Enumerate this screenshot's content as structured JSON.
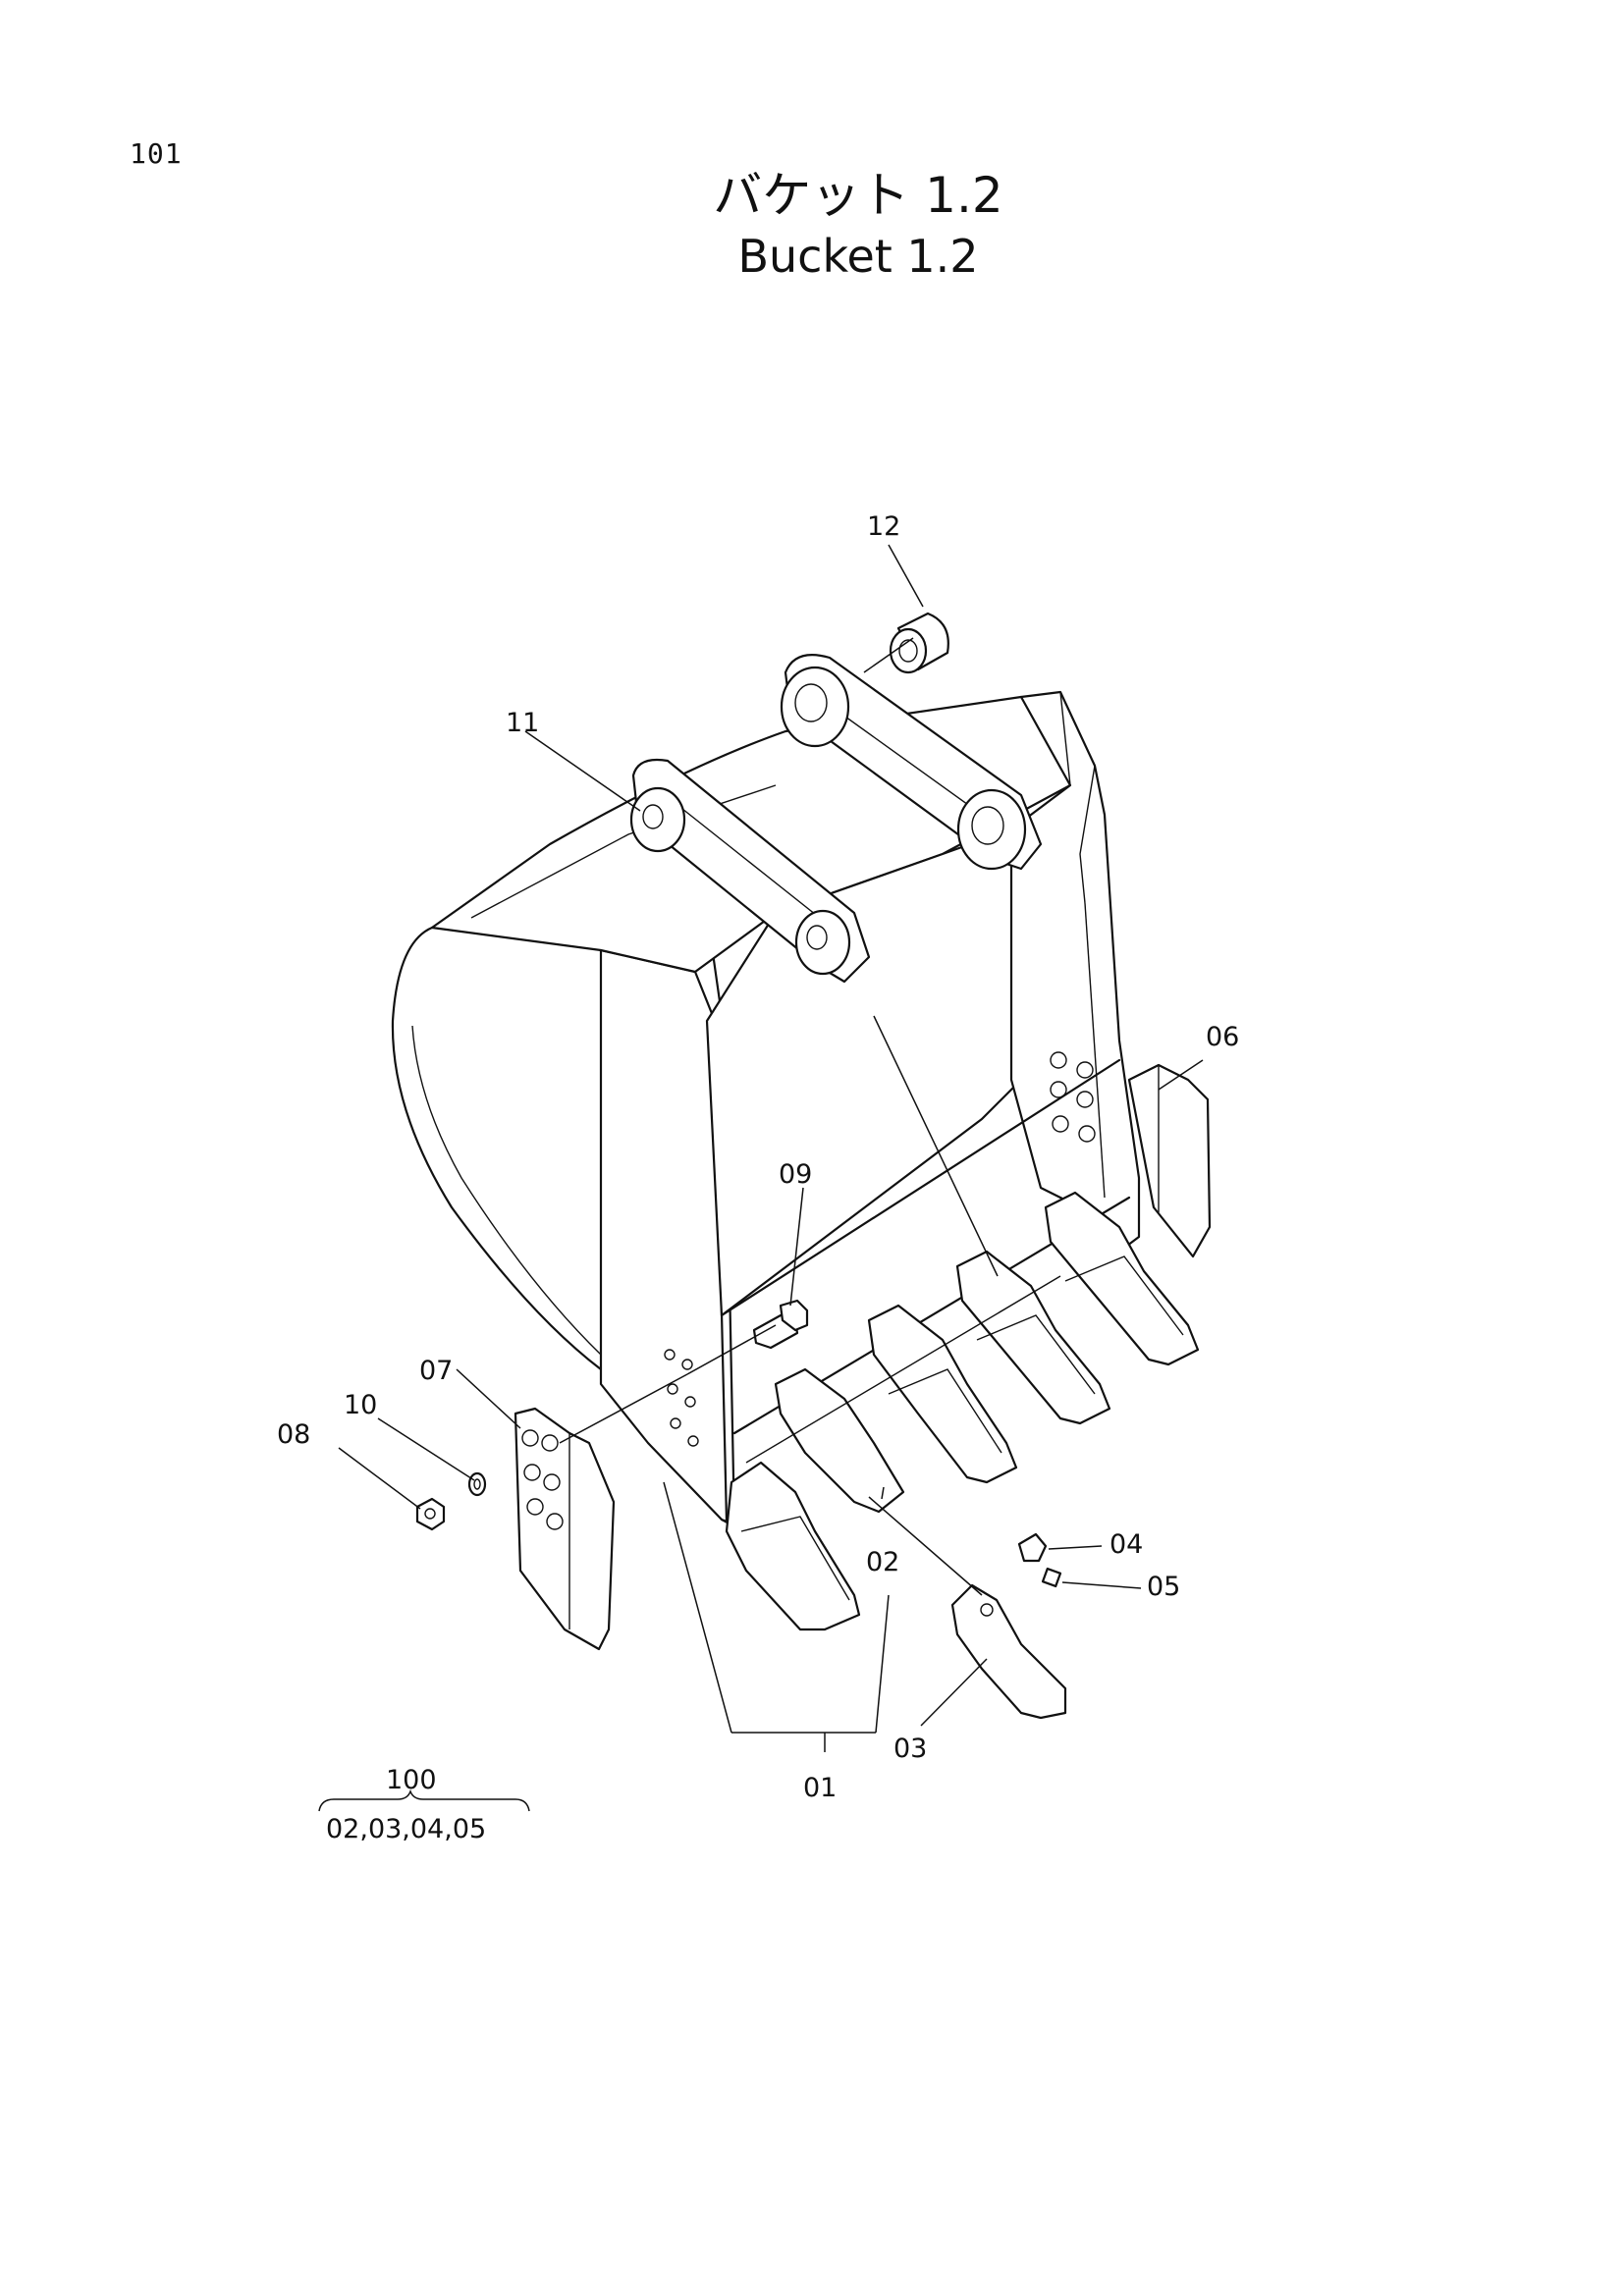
{
  "page": {
    "number": "101"
  },
  "title": {
    "japanese": "バケット 1.2",
    "english": "Bucket 1.2"
  },
  "callouts": [
    {
      "id": "01",
      "label": "01"
    },
    {
      "id": "02",
      "label": "02"
    },
    {
      "id": "03",
      "label": "03"
    },
    {
      "id": "04",
      "label": "04"
    },
    {
      "id": "05",
      "label": "05"
    },
    {
      "id": "06",
      "label": "06"
    },
    {
      "id": "07",
      "label": "07"
    },
    {
      "id": "08",
      "label": "08"
    },
    {
      "id": "09",
      "label": "09"
    },
    {
      "id": "10",
      "label": "10"
    },
    {
      "id": "11",
      "label": "11"
    },
    {
      "id": "12",
      "label": "12"
    }
  ],
  "kit": {
    "number": "100",
    "contents": "02,03,04,05"
  }
}
